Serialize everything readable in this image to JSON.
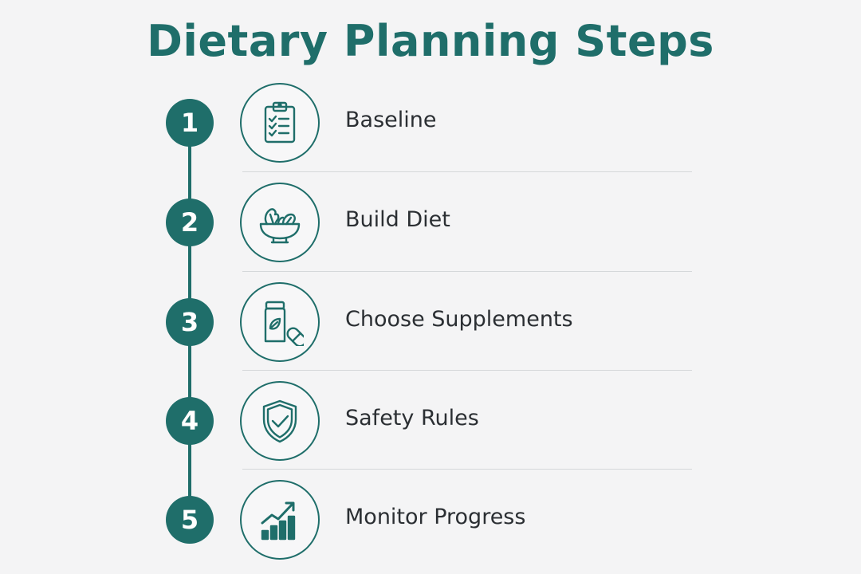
{
  "title": "Dietary Planning Steps",
  "accent_color": "#1f6e6a",
  "steps": [
    {
      "number": "1",
      "label": "Baseline",
      "icon": "clipboard-checklist-icon"
    },
    {
      "number": "2",
      "label": "Build Diet",
      "icon": "salad-bowl-icon"
    },
    {
      "number": "3",
      "label": "Choose Supplements",
      "icon": "supplement-bottle-icon"
    },
    {
      "number": "4",
      "label": "Safety Rules",
      "icon": "shield-check-icon"
    },
    {
      "number": "5",
      "label": "Monitor Progress",
      "icon": "growth-chart-icon"
    }
  ]
}
